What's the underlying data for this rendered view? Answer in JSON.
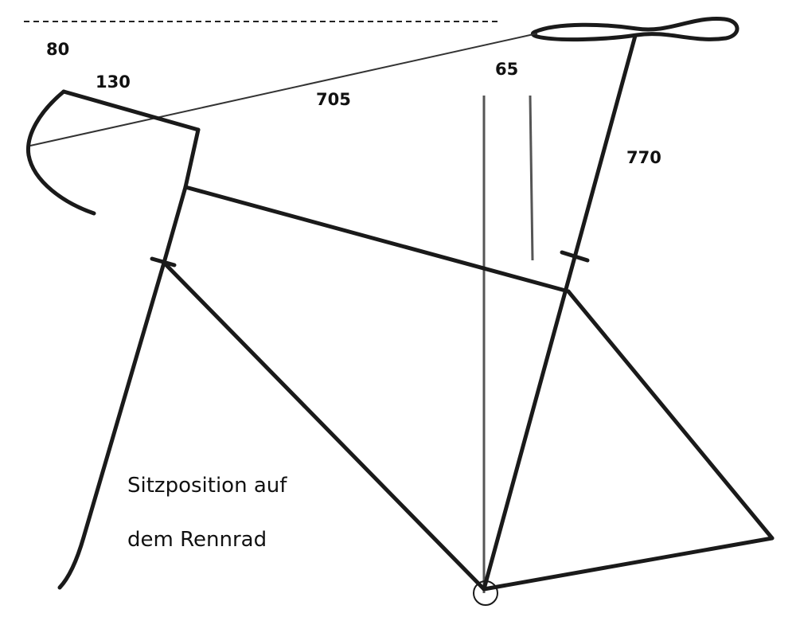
{
  "dimensions": {
    "reach_drop": "80",
    "stem_length": "130",
    "saddle_to_bar": "705",
    "setback": "65",
    "saddle_height": "770"
  },
  "caption": {
    "line1": "Sitzposition auf",
    "line2": "dem Rennrad"
  },
  "colors": {
    "stroke": "#1a1a1a",
    "background": "#ffffff"
  }
}
